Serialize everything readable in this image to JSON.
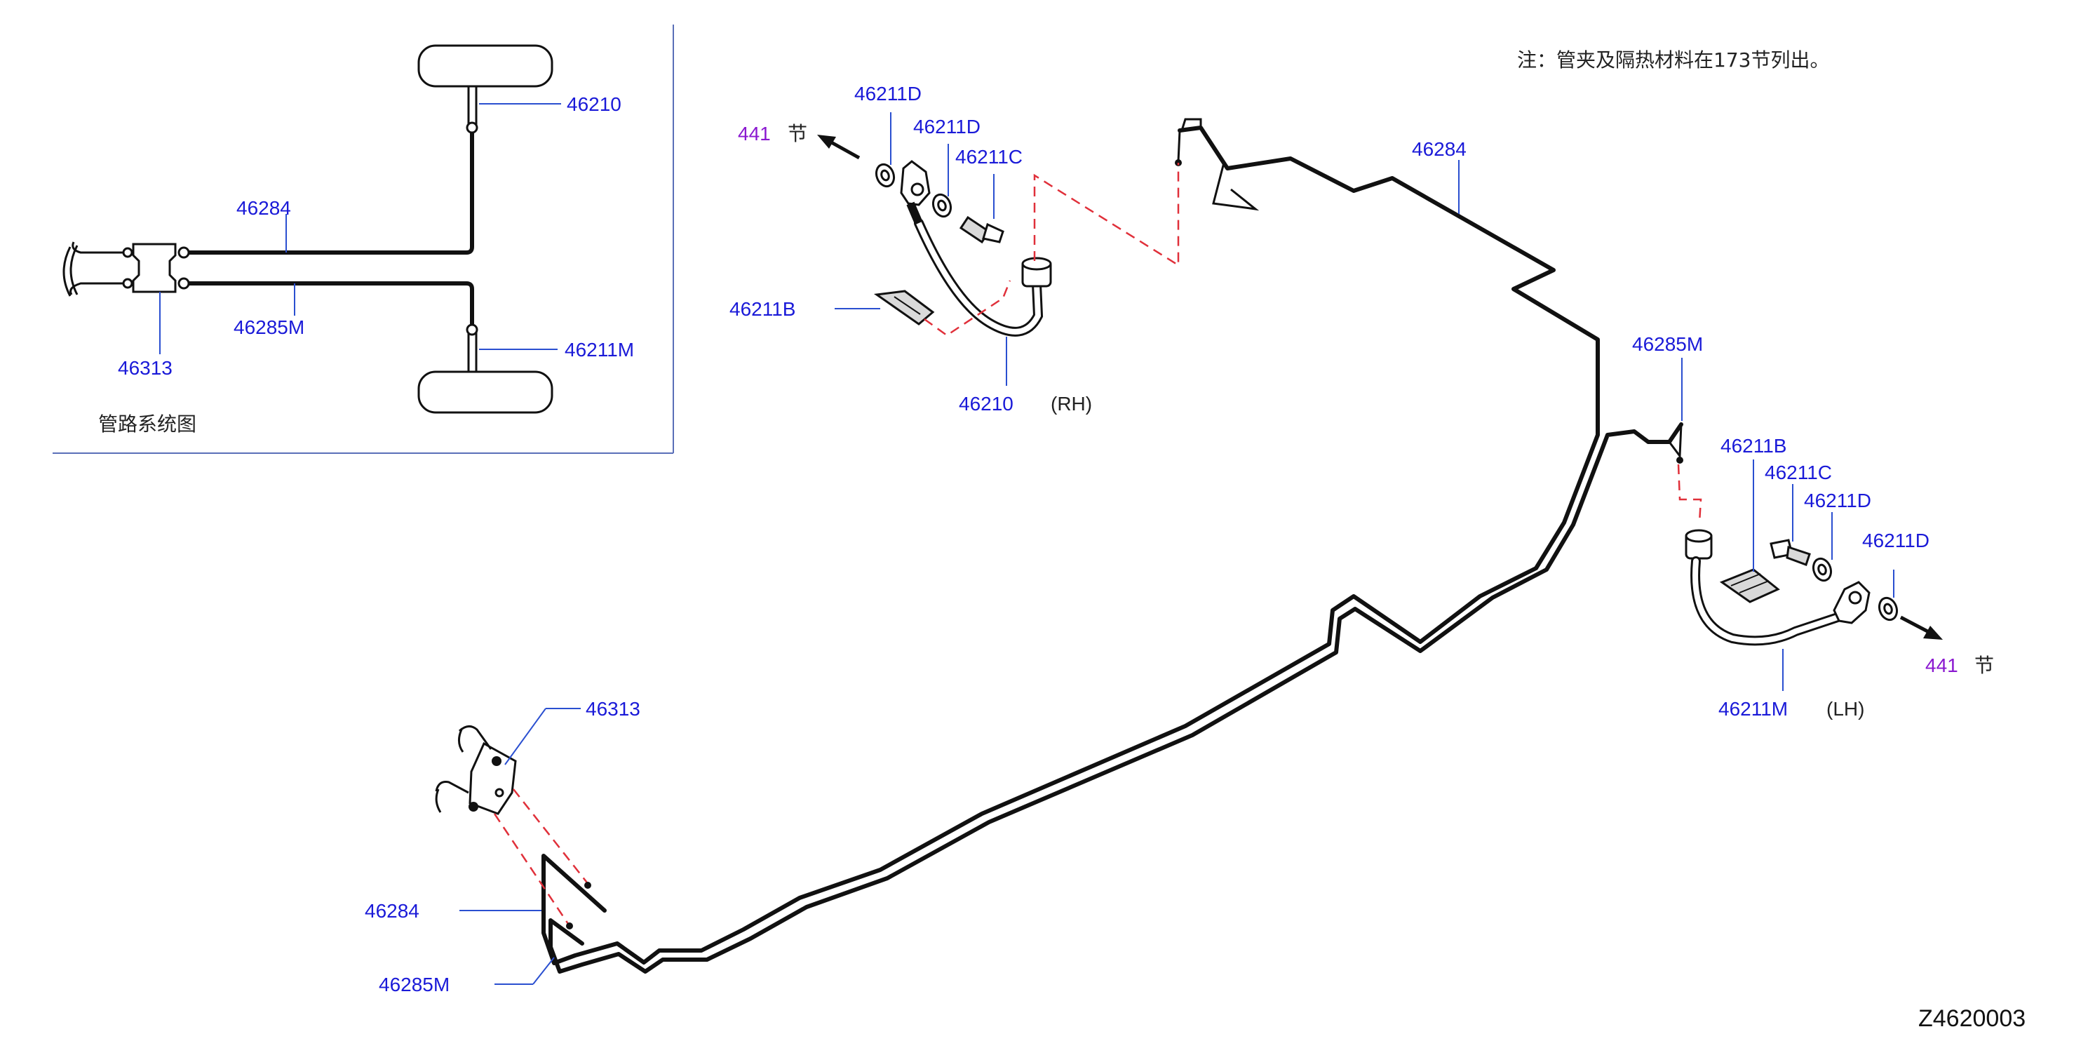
{
  "note": "注：管夹及隔热材料在173节列出。",
  "figure_code": "Z4620003",
  "inset": {
    "caption": "管路系统图",
    "labels": {
      "hose_rh": "46210",
      "tube_rh": "46284",
      "tube_lh": "46285M",
      "hose_lh": "46211M",
      "connector": "46313"
    }
  },
  "rh_assembly": {
    "ref_section": "441",
    "ref_suffix": "节",
    "washer_1": "46211D",
    "washer_2": "46211D",
    "bolt": "46211C",
    "clip": "46211B",
    "hose": "46210",
    "side": "(RH)"
  },
  "lh_assembly": {
    "ref_section": "441",
    "ref_suffix": "节",
    "tube": "46285M",
    "clip": "46211B",
    "bolt": "46211C",
    "washer_1": "46211D",
    "washer_2": "46211D",
    "hose": "46211M",
    "side": "(LH)"
  },
  "main": {
    "tube_rh": "46284",
    "connector": "46313",
    "tube_front_rh": "46284",
    "tube_front_lh": "46285M"
  }
}
